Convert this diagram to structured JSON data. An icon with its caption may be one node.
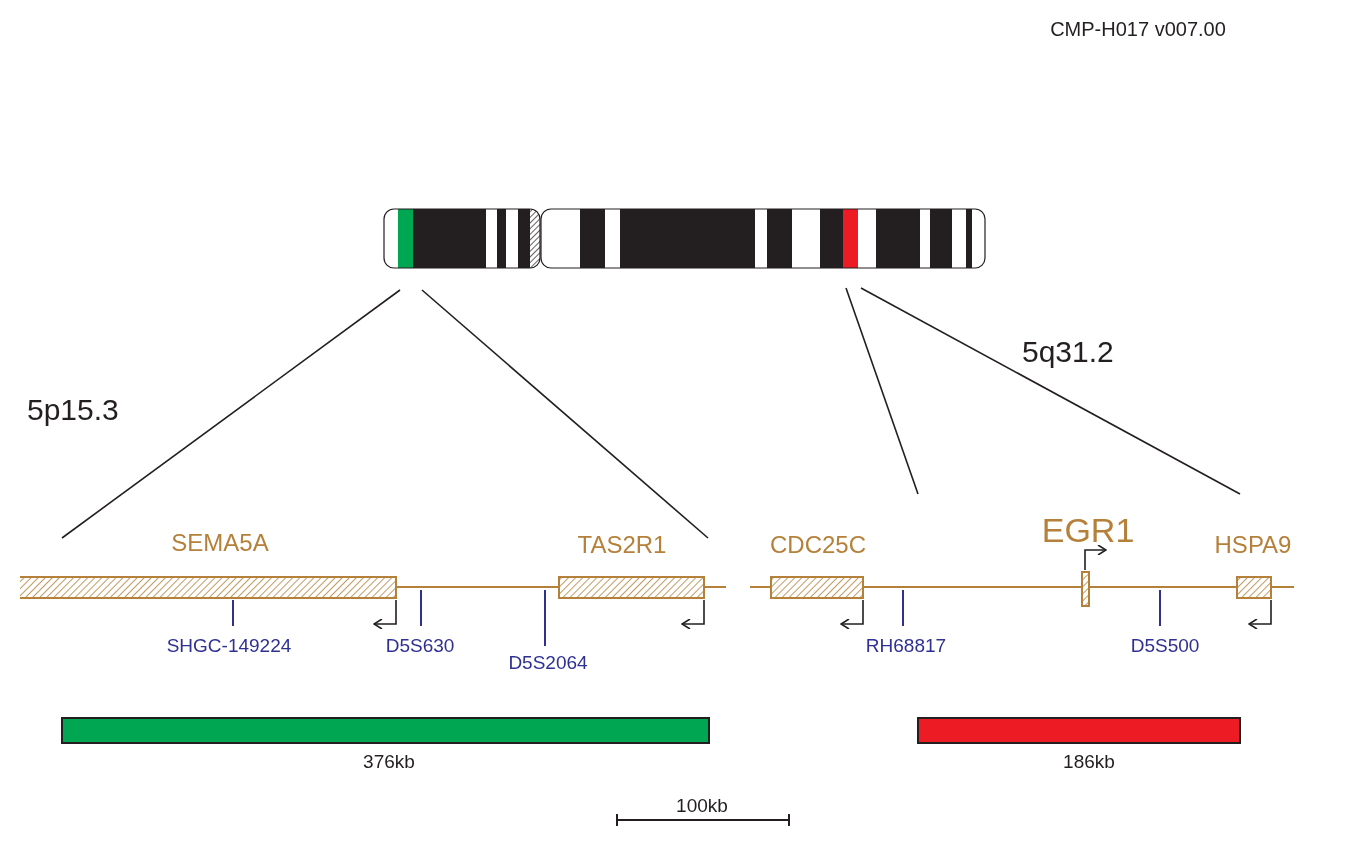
{
  "diagram": {
    "labels": [
      "CMP-H017 v007.00",
      "5q31.2",
      "5p15.3",
      "SEMA5A",
      "TAS2R1",
      "CDC25C",
      "EGR1",
      "HSPA9",
      "SHGC-149224",
      "D5S630",
      "RH68817",
      "D5S500",
      "D5S2064",
      "376kb",
      "186kb",
      "100kb"
    ]
  }
}
